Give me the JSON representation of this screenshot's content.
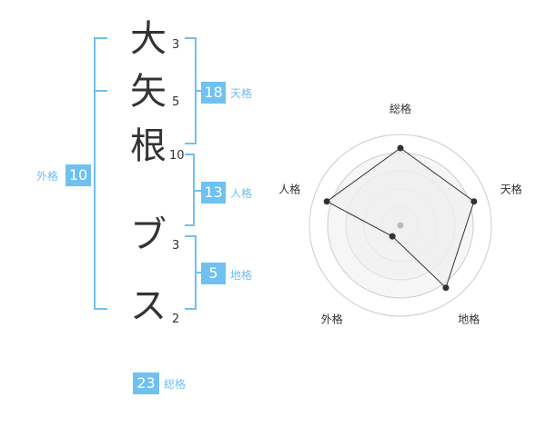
{
  "name": {
    "characters": [
      {
        "char": "大",
        "strokes": "3"
      },
      {
        "char": "矢",
        "strokes": "5"
      },
      {
        "char": "根",
        "strokes": "10"
      },
      {
        "char": "ブ",
        "strokes": "3"
      },
      {
        "char": "ス",
        "strokes": "2"
      }
    ]
  },
  "scores": {
    "tenkaku": {
      "value": "18",
      "label": "天格"
    },
    "jinkaku": {
      "value": "13",
      "label": "人格"
    },
    "chikaku": {
      "value": "5",
      "label": "地格"
    },
    "gaikaku": {
      "value": "10",
      "label": "外格"
    },
    "soukaku": {
      "value": "23",
      "label": "総格"
    }
  },
  "radar": {
    "axes": [
      "総格",
      "天格",
      "地格",
      "外格",
      "人格"
    ],
    "levels": [
      0.85,
      0.85,
      0.85,
      0.15,
      0.85
    ],
    "colors": {
      "ring": "#cccccc",
      "fill": "#eeeeee",
      "line": "#333333",
      "point": "#333333",
      "center": "#bbbbbb"
    }
  },
  "colors": {
    "accent": "#6ec1f0"
  }
}
